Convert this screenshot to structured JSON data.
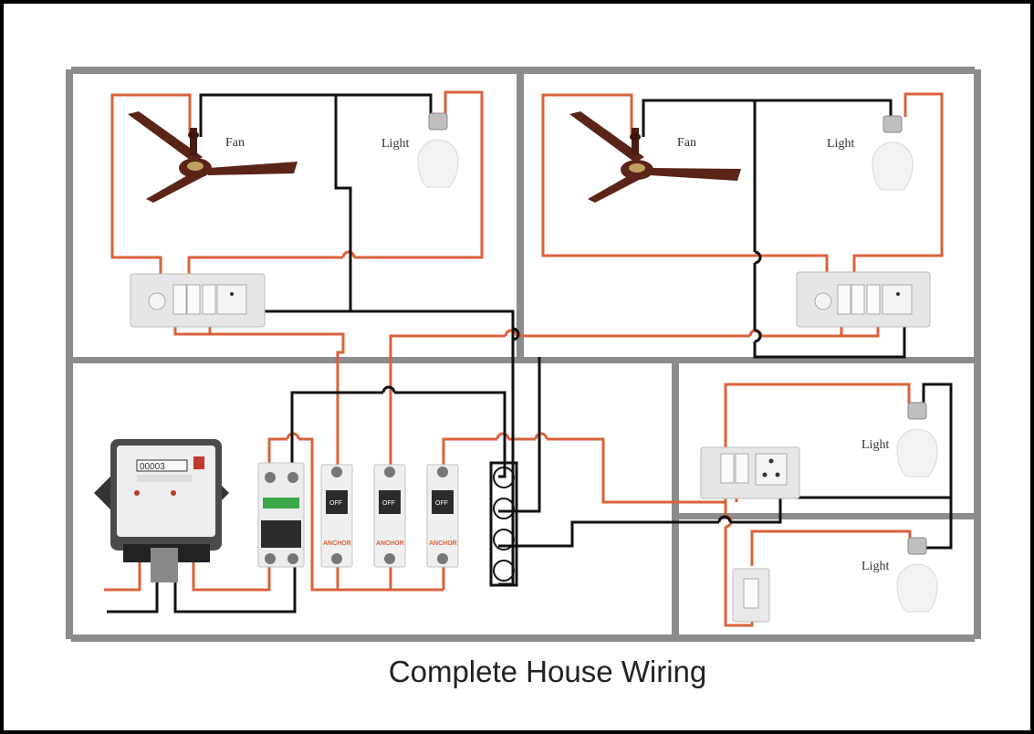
{
  "title": "Complete House Wiring",
  "labels": {
    "fan_1": "Fan",
    "light_1": "Light",
    "fan_2": "Fan",
    "light_2": "Light",
    "light_3": "Light",
    "light_4": "Light"
  },
  "devices": {
    "breaker_text": "OFF",
    "mcb_brand": "ANCHOR",
    "meter_reading": "00003"
  },
  "colors": {
    "phase_wire": "#d9623b",
    "neutral_wire": "#111111",
    "wall": "#8c8c8c",
    "fan": "#5a2418"
  }
}
